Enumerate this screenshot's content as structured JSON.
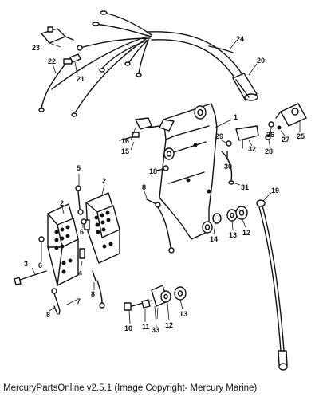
{
  "callouts": {
    "c1": "1",
    "c2a": "2",
    "c2b": "2",
    "c3": "3",
    "c4": "4",
    "c5": "5",
    "c6a": "6",
    "c6b": "6",
    "c7": "7",
    "c8a": "8",
    "c8b": "8",
    "c8c": "8",
    "c10": "10",
    "c11": "11",
    "c12a": "12",
    "c12b": "12",
    "c13a": "13",
    "c13b": "13",
    "c14": "14",
    "c15": "15",
    "c16": "16",
    "c18": "18",
    "c19": "19",
    "c20": "20",
    "c21": "21",
    "c22": "22",
    "c23": "23",
    "c24": "24",
    "c25": "25",
    "c26": "26",
    "c27": "27",
    "c28": "28",
    "c29": "29",
    "c30": "30",
    "c31": "31",
    "c32": "32",
    "c33": "33"
  },
  "caption": "MercuryPartsOnline v2.5.1 (Image Copyright- Mercury Marine)"
}
